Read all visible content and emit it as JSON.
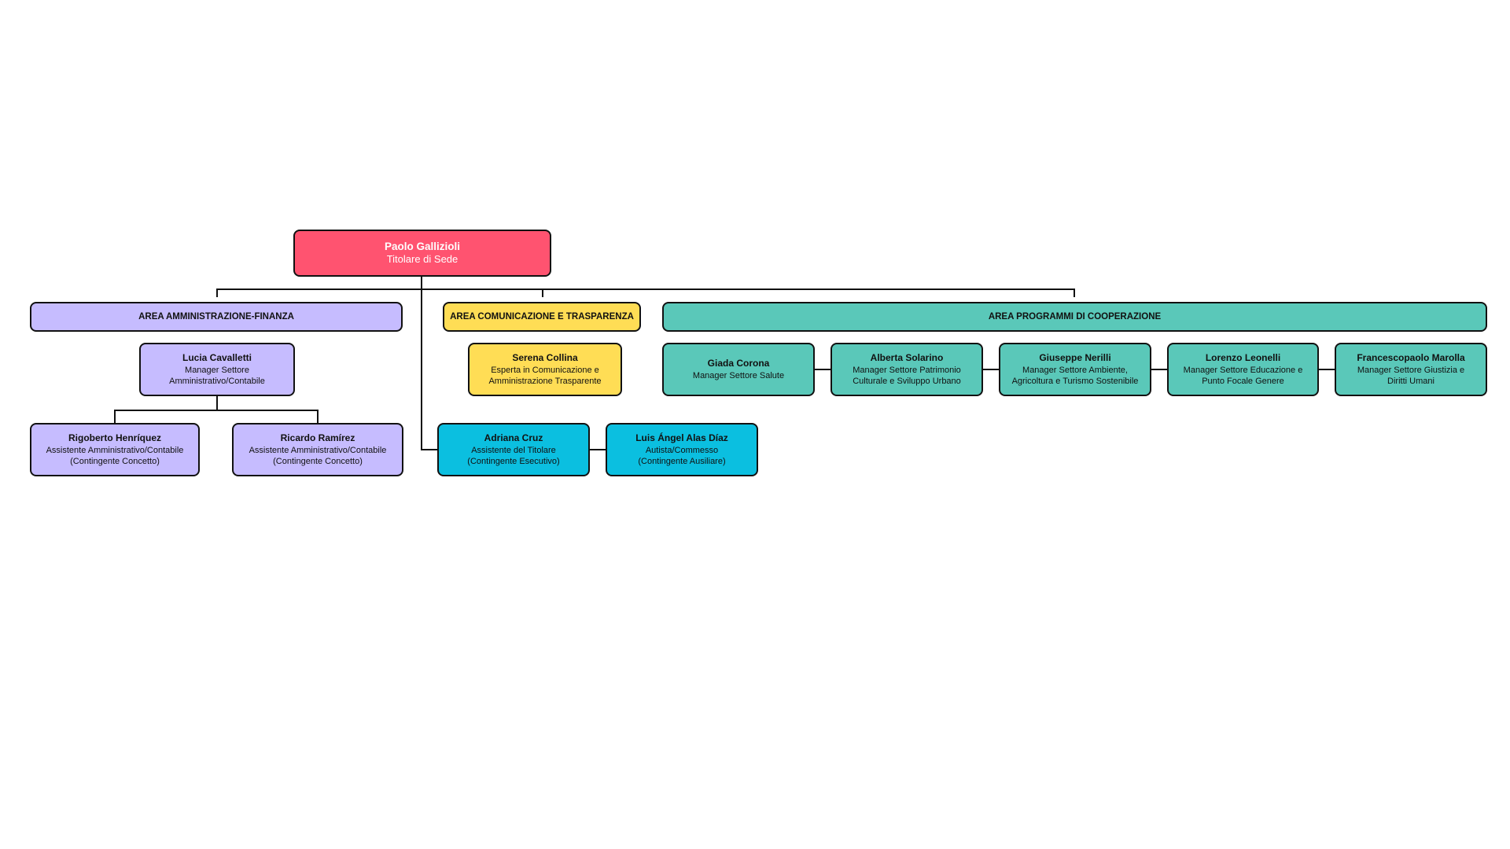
{
  "colors": {
    "root": "#ff5370",
    "admin": "#c6bcff",
    "comm": "#ffdd55",
    "coop": "#5ac8b9",
    "staff": "#0bbfe0",
    "line": "#111111"
  },
  "root": {
    "name": "Paolo Gallizioli",
    "role": "Titolare di Sede"
  },
  "areas": {
    "admin": "AREA AMMINISTRAZIONE-FINANZA",
    "comm": "AREA COMUNICAZIONE E TRASPARENZA",
    "coop": "AREA PROGRAMMI DI COOPERAZIONE"
  },
  "admin": {
    "manager": {
      "name": "Lucia Cavalletti",
      "role": "Manager Settore\nAmministrativo/Contabile"
    },
    "assistants": [
      {
        "name": "Rigoberto Henríquez",
        "role": "Assistente Amministrativo/Contabile\n(Contingente Concetto)"
      },
      {
        "name": "Ricardo Ramírez",
        "role": "Assistente Amministrativo/Contabile\n(Contingente Concetto)"
      }
    ]
  },
  "comm": {
    "expert": {
      "name": "Serena Collina",
      "role": "Esperta in Comunicazione e\nAmministrazione Trasparente"
    }
  },
  "staff": [
    {
      "name": "Adriana Cruz",
      "role": "Assistente del Titolare\n(Contingente Esecutivo)"
    },
    {
      "name": "Luis Ángel Alas Díaz",
      "role": "Autista/Commesso\n(Contingente Ausiliare)"
    }
  ],
  "coop": {
    "managers": [
      {
        "name": "Giada Corona",
        "role": "Manager Settore Salute"
      },
      {
        "name": "Alberta Solarino",
        "role": "Manager Settore Patrimonio\nCulturale e Sviluppo Urbano"
      },
      {
        "name": "Giuseppe Nerilli",
        "role": "Manager Settore Ambiente,\nAgricoltura e Turismo Sostenibile"
      },
      {
        "name": "Lorenzo Leonelli",
        "role": "Manager Settore Educazione e\nPunto Focale Genere"
      },
      {
        "name": "Francescopaolo Marolla",
        "role": "Manager Settore Giustizia e\nDiritti Umani"
      }
    ]
  }
}
